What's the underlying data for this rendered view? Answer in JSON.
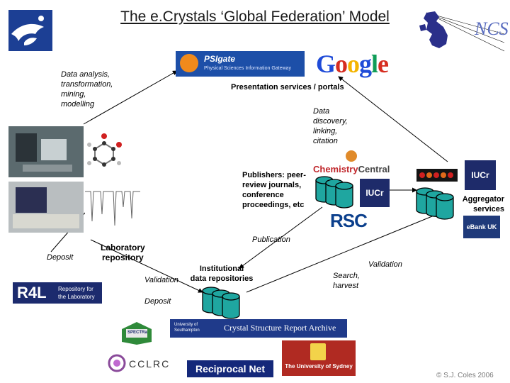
{
  "title": "The e.Crystals ‘Global Federation’ Model",
  "labels": {
    "data_analysis": [
      "Data analysis,",
      "transformation,",
      "mining,",
      "modelling"
    ],
    "presentation": "Presentation services / portals",
    "data_discovery": [
      "Data",
      "discovery,",
      "linking,",
      "citation"
    ],
    "publishers": [
      "Publishers: peer-",
      "review journals,",
      "conference",
      "proceedings, etc"
    ],
    "publication": "Publication",
    "aggregator": [
      "Aggregator",
      "services"
    ],
    "deposit_left": "Deposit",
    "lab_repo": [
      "Laboratory",
      "repository"
    ],
    "institutional": [
      "Institutional",
      "data repositories"
    ],
    "validation_left": "Validation",
    "validation_right": "Validation",
    "search_harvest": [
      "Search,",
      "harvest"
    ],
    "deposit_bottom": "Deposit",
    "copyright": "© S.J. Coles 2006"
  },
  "logos": {
    "psigate": "PSIgate",
    "psigate_sub": "Physical Sciences Information Gateway",
    "google": [
      "G",
      "o",
      "o",
      "g",
      "l",
      "e"
    ],
    "chemistry": "Chemistry",
    "central": "Central",
    "iucr": "IUCr",
    "rsc": "RSC",
    "ebank": "eBank UK",
    "r4l": "R4L",
    "r4l_sub": [
      "Repository for",
      "the Laboratory"
    ],
    "spectra": "SPECTRa",
    "southampton": "University of Southampton",
    "csr": "Crystal Structure Report Archive",
    "cclrc": "CCLRC",
    "reciprocal": "Reciprocal Net",
    "sydney": "The University of Sydney",
    "ncs": "NCS"
  },
  "colors": {
    "google": [
      "#1f4bd8",
      "#d62d20",
      "#f4b400",
      "#1f4bd8",
      "#0f9d58",
      "#d62d20"
    ],
    "cylinder": "#1fa6a0",
    "psigate_bg": "#1d4fa8",
    "r4l_bg": "#1c2b6e",
    "rsc": "#0b3f8c",
    "sydney_bg": "#b02a22",
    "reciprocal_bg": "#14287a",
    "csr_bg": "#1f3a8a"
  }
}
